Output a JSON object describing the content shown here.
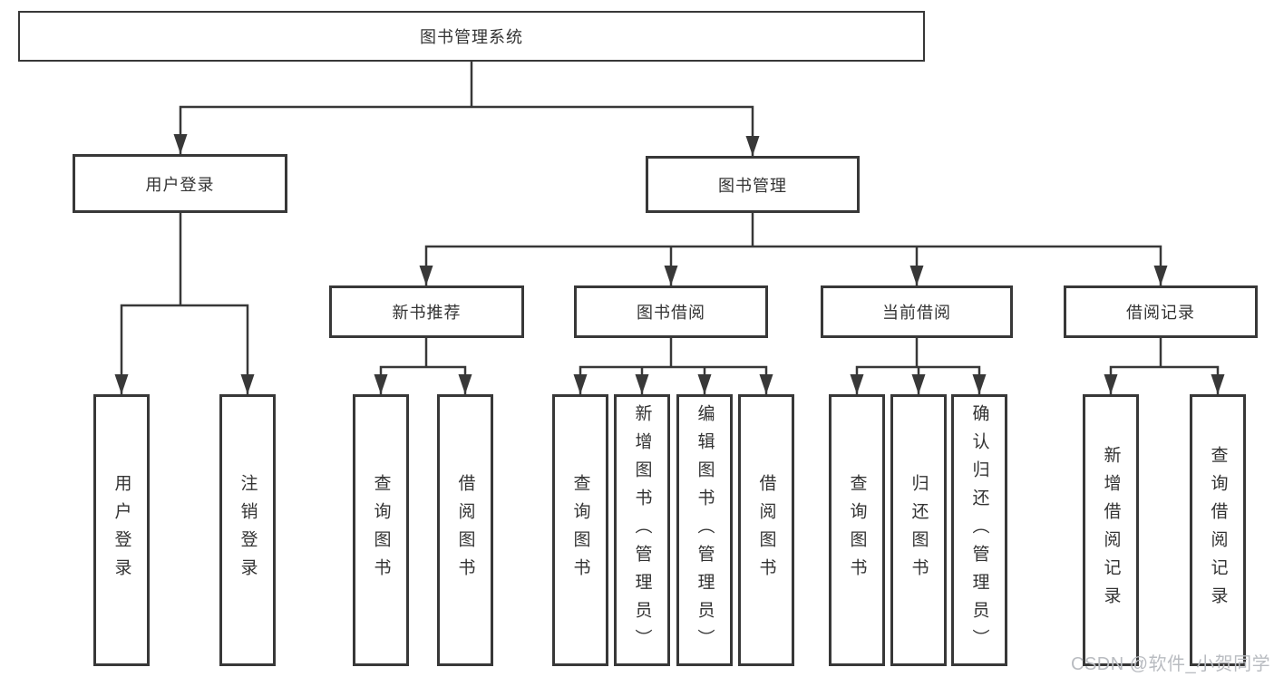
{
  "tree": {
    "label": "图书管理系统",
    "children": [
      {
        "label": "用户登录",
        "children": [
          {
            "label": "用户登录"
          },
          {
            "label": "注销登录"
          }
        ]
      },
      {
        "label": "图书管理",
        "children": [
          {
            "label": "新书推荐",
            "children": [
              {
                "label": "查询图书"
              },
              {
                "label": "借阅图书"
              }
            ]
          },
          {
            "label": "图书借阅",
            "children": [
              {
                "label": "查询图书"
              },
              {
                "label": "新增图书（管理员）"
              },
              {
                "label": "编辑图书（管理员）"
              },
              {
                "label": "借阅图书"
              }
            ]
          },
          {
            "label": "当前借阅",
            "children": [
              {
                "label": "查询图书"
              },
              {
                "label": "归还图书"
              },
              {
                "label": "确认归还（管理员）"
              }
            ]
          },
          {
            "label": "借阅记录",
            "children": [
              {
                "label": "新增借阅记录"
              },
              {
                "label": "查询借阅记录"
              }
            ]
          }
        ]
      }
    ]
  },
  "watermark": {
    "text": "CSDN @软件_小贺同学"
  },
  "colors": {
    "line": "#383838",
    "text": "#333333",
    "watermark": "#b9bcc1",
    "background": "#ffffff"
  }
}
